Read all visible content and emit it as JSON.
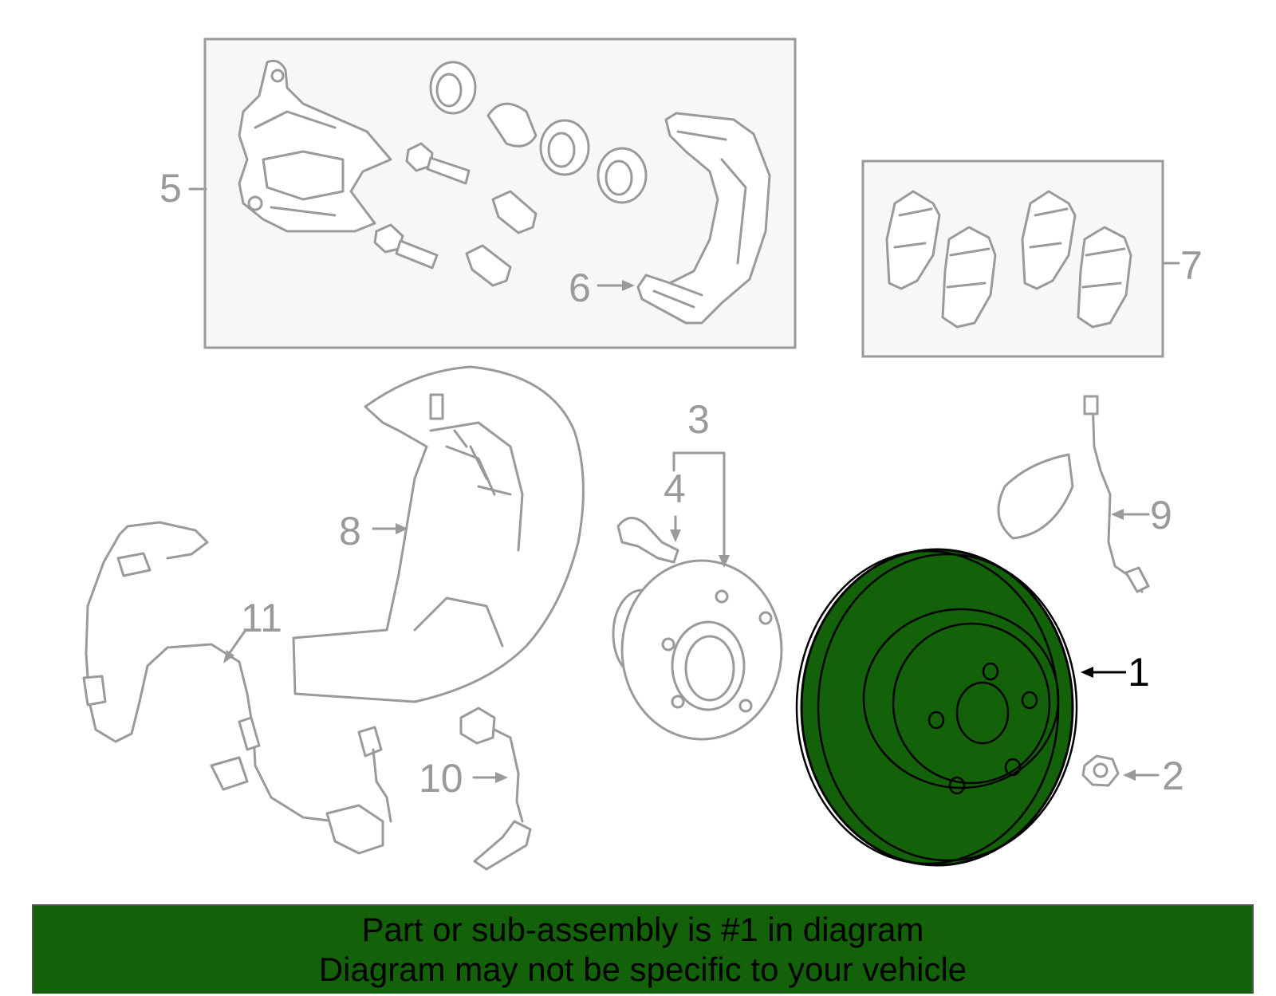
{
  "callouts": {
    "c1": "1",
    "c2": "2",
    "c3": "3",
    "c4": "4",
    "c5": "5",
    "c6": "6",
    "c7": "7",
    "c8": "8",
    "c9": "9",
    "c10": "10",
    "c11": "11"
  },
  "banner": {
    "line1": "Part or sub-assembly is #1 in diagram",
    "line2": "Diagram may not be specific to your vehicle"
  },
  "colors": {
    "highlight": "#136108",
    "banner_bg": "#136108",
    "line_grey": "#9a9a9a"
  }
}
